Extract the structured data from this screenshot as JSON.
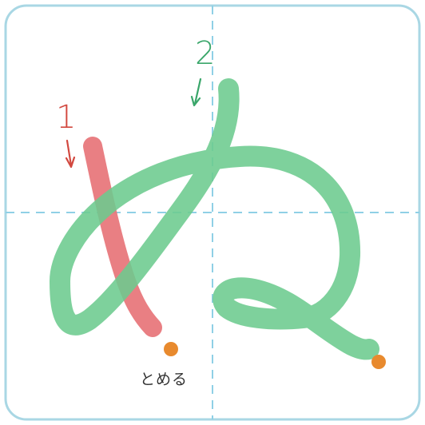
{
  "character": "ぬ",
  "strokes": [
    {
      "number": "1",
      "color": "#e8787c"
    },
    {
      "number": "2",
      "color": "#6ccb8e"
    }
  ],
  "stop_note": "とめる",
  "colors": {
    "frame": "#a9d7e4",
    "guide": "#8fd0e6",
    "stroke1": "#e8787c",
    "stroke2": "#6ccb8e",
    "stroke1_label": "#d2483f",
    "stroke2_label": "#3aa66a",
    "stop_dot": "#e88a2e",
    "background": "#ffffff"
  }
}
